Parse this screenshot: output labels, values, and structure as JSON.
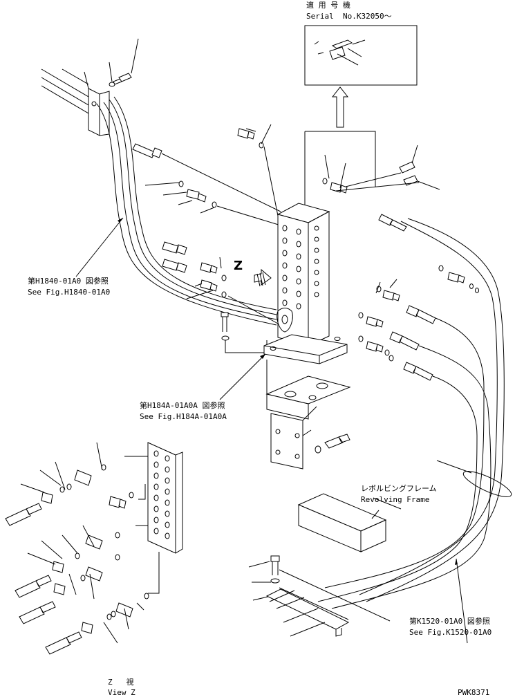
{
  "inset": {
    "applicable_models_label": "適 用 号 機",
    "serial_label": "Serial  No.K32050～"
  },
  "callouts": {
    "ref_h1840_jp": "第H1840-01A0 図参照",
    "ref_h1840_en": "See Fig.H1840-01A0",
    "ref_h184a_jp": "第H184A-01A0A 図参照",
    "ref_h184a_en": "See Fig.H184A-01A0A",
    "ref_k1520_jp": "第K1520-01A0 図参照",
    "ref_k1520_en": "See Fig.K1520-01A0",
    "revolving_frame_jp": "レボルビングフレーム",
    "revolving_frame_en": "Revolving Frame"
  },
  "view": {
    "marker": "Z",
    "view_label_jp": "Z   視",
    "view_label_en": "View Z"
  },
  "drawing_id": "PWK8371"
}
